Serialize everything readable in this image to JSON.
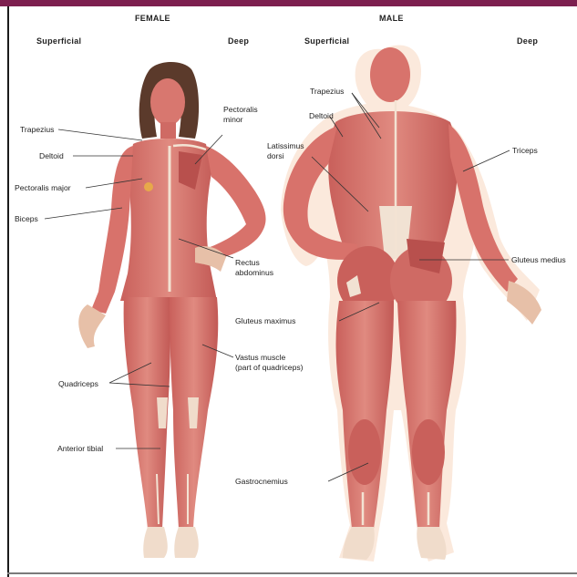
{
  "headers": {
    "female": "FEMALE",
    "male": "MALE",
    "female_superficial": "Superficial",
    "female_deep": "Deep",
    "male_superficial": "Superficial",
    "male_deep": "Deep"
  },
  "labels": {
    "trapezius_f": "Trapezius",
    "deltoid_f": "Deltoid",
    "pectoralis_major": "Pectoralis major",
    "biceps": "Biceps",
    "pectoralis_minor_1": "Pectoralis",
    "pectoralis_minor_2": "minor",
    "rectus_1": "Rectus",
    "rectus_2": "abdominus",
    "quadriceps": "Quadriceps",
    "vastus_1": "Vastus muscle",
    "vastus_2": "(part of quadriceps)",
    "anterior_tibial": "Anterior tibial",
    "trapezius_m": "Trapezius",
    "deltoid_m": "Deltoid",
    "latissimus_1": "Latissimus",
    "latissimus_2": "dorsi",
    "triceps": "Triceps",
    "gluteus_medius": "Gluteus medius",
    "gluteus_maximus": "Gluteus maximus",
    "gastrocnemius": "Gastrocnemius"
  },
  "colors": {
    "top_bar": "#7d1f4f",
    "muscle": "#d9716b",
    "muscle_dark": "#b8504d",
    "muscle_light": "#e89a90",
    "tendon": "#f3e3d3",
    "skin": "#f1d3bc",
    "hair": "#5b3a2b"
  }
}
